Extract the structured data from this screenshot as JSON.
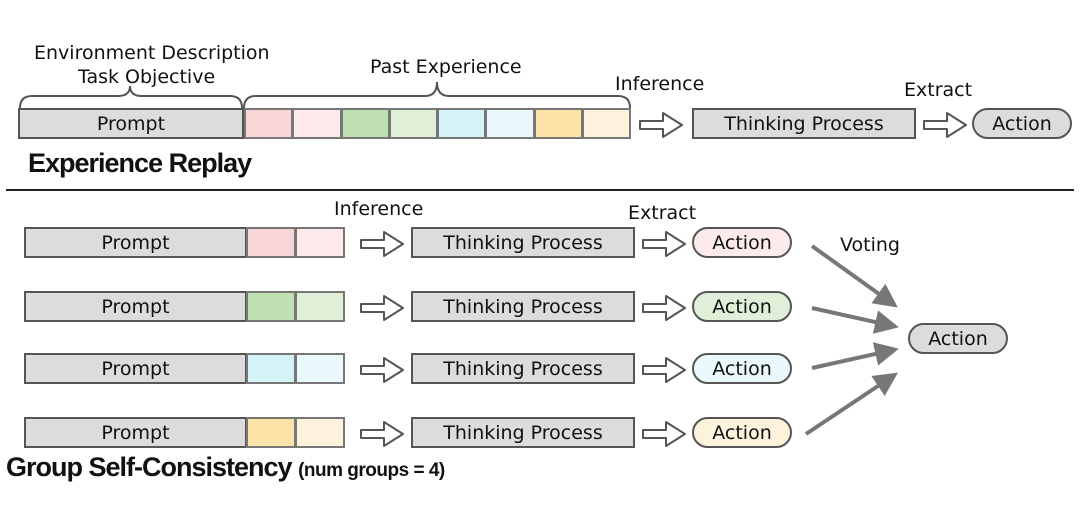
{
  "colors": {
    "box_fill": "#dcdcdc",
    "border": "#555555",
    "pair1": [
      "#f9d6d6",
      "#fdeaea"
    ],
    "pair2": [
      "#bfe0b0",
      "#e0f0d8"
    ],
    "pair3": [
      "#d4f3f8",
      "#eafafc"
    ],
    "pair4": [
      "#fde3a8",
      "#fdf3dc"
    ],
    "voting_arrow": "#777777"
  },
  "top": {
    "brace_label_1_line1": "Environment Description",
    "brace_label_1_line2": "Task Objective",
    "brace_label_2": "Past Experience",
    "prompt": "Prompt",
    "inference": "Inference",
    "thinking": "Thinking Process",
    "extract": "Extract",
    "action": "Action",
    "title": "Experience Replay"
  },
  "bottom": {
    "inference": "Inference",
    "extract": "Extract",
    "voting": "Voting",
    "final_action": "Action",
    "title": "Group Self-Consistency",
    "title_suffix": "(num groups = 4)",
    "rows": [
      {
        "prompt": "Prompt",
        "thinking": "Thinking Process",
        "action": "Action"
      },
      {
        "prompt": "Prompt",
        "thinking": "Thinking Process",
        "action": "Action"
      },
      {
        "prompt": "Prompt",
        "thinking": "Thinking Process",
        "action": "Action"
      },
      {
        "prompt": "Prompt",
        "thinking": "Thinking Process",
        "action": "Action"
      }
    ]
  }
}
